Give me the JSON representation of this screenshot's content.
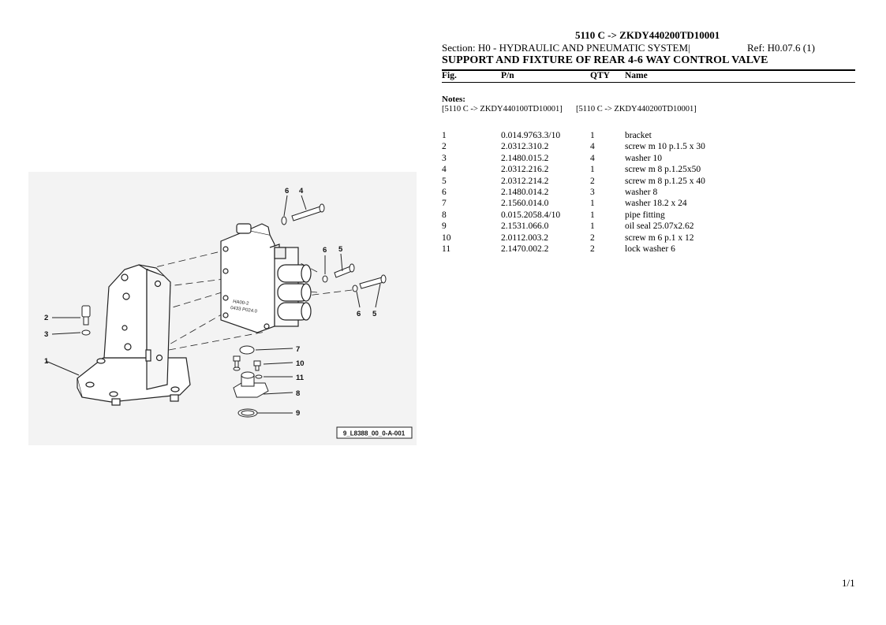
{
  "header": {
    "model": "5110 C -> ZKDY440200TD10001",
    "section": "Section: H0 - HYDRAULIC AND PNEUMATIC SYSTEM|",
    "ref": "Ref: H0.07.6 (1)",
    "title": "SUPPORT AND FIXTURE OF REAR 4-6 WAY CONTROL VALVE"
  },
  "columns": {
    "fig": "Fig.",
    "pn": "P/n",
    "qty": "QTY",
    "name": "Name"
  },
  "notes": {
    "label": "Notes:",
    "items": [
      "[5110 C -> ZKDY440100TD10001]",
      "[5110 C -> ZKDY440200TD10001]"
    ]
  },
  "parts": [
    {
      "fig": "1",
      "pn": "0.014.9763.3/10",
      "qty": "1",
      "name": "bracket"
    },
    {
      "fig": "2",
      "pn": "2.0312.310.2",
      "qty": "4",
      "name": "screw m 10 p.1.5 x 30"
    },
    {
      "fig": "3",
      "pn": "2.1480.015.2",
      "qty": "4",
      "name": "washer 10"
    },
    {
      "fig": "4",
      "pn": "2.0312.216.2",
      "qty": "1",
      "name": "screw m 8 p.1.25x50"
    },
    {
      "fig": "5",
      "pn": "2.0312.214.2",
      "qty": "2",
      "name": "screw m 8 p.1.25 x 40"
    },
    {
      "fig": "6",
      "pn": "2.1480.014.2",
      "qty": "3",
      "name": "washer 8"
    },
    {
      "fig": "7",
      "pn": "2.1560.014.0",
      "qty": "1",
      "name": "washer 18.2 x 24"
    },
    {
      "fig": "8",
      "pn": "0.015.2058.4/10",
      "qty": "1",
      "name": "pipe fitting"
    },
    {
      "fig": "9",
      "pn": "2.1531.066.0",
      "qty": "1",
      "name": "oil seal 25.07x2.62"
    },
    {
      "fig": "10",
      "pn": "2.0112.003.2",
      "qty": "2",
      "name": "screw m 6 p.1 x 12"
    },
    {
      "fig": "11",
      "pn": "2.1470.002.2",
      "qty": "2",
      "name": "lock washer 6"
    }
  ],
  "diagram": {
    "drawing_id": "9_L8388_00_0-A-001",
    "valve_label_1": "HA00-2",
    "valve_label_2": "0433 P024.0",
    "callouts": {
      "c6a": "6",
      "c4": "4",
      "c6b": "6",
      "c5a": "5",
      "c6c": "6",
      "c5b": "5",
      "c2": "2",
      "c3": "3",
      "c1": "1",
      "c7": "7",
      "c10": "10",
      "c11": "11",
      "c8": "8",
      "c9": "9"
    }
  },
  "footer": {
    "page": "1/1"
  }
}
